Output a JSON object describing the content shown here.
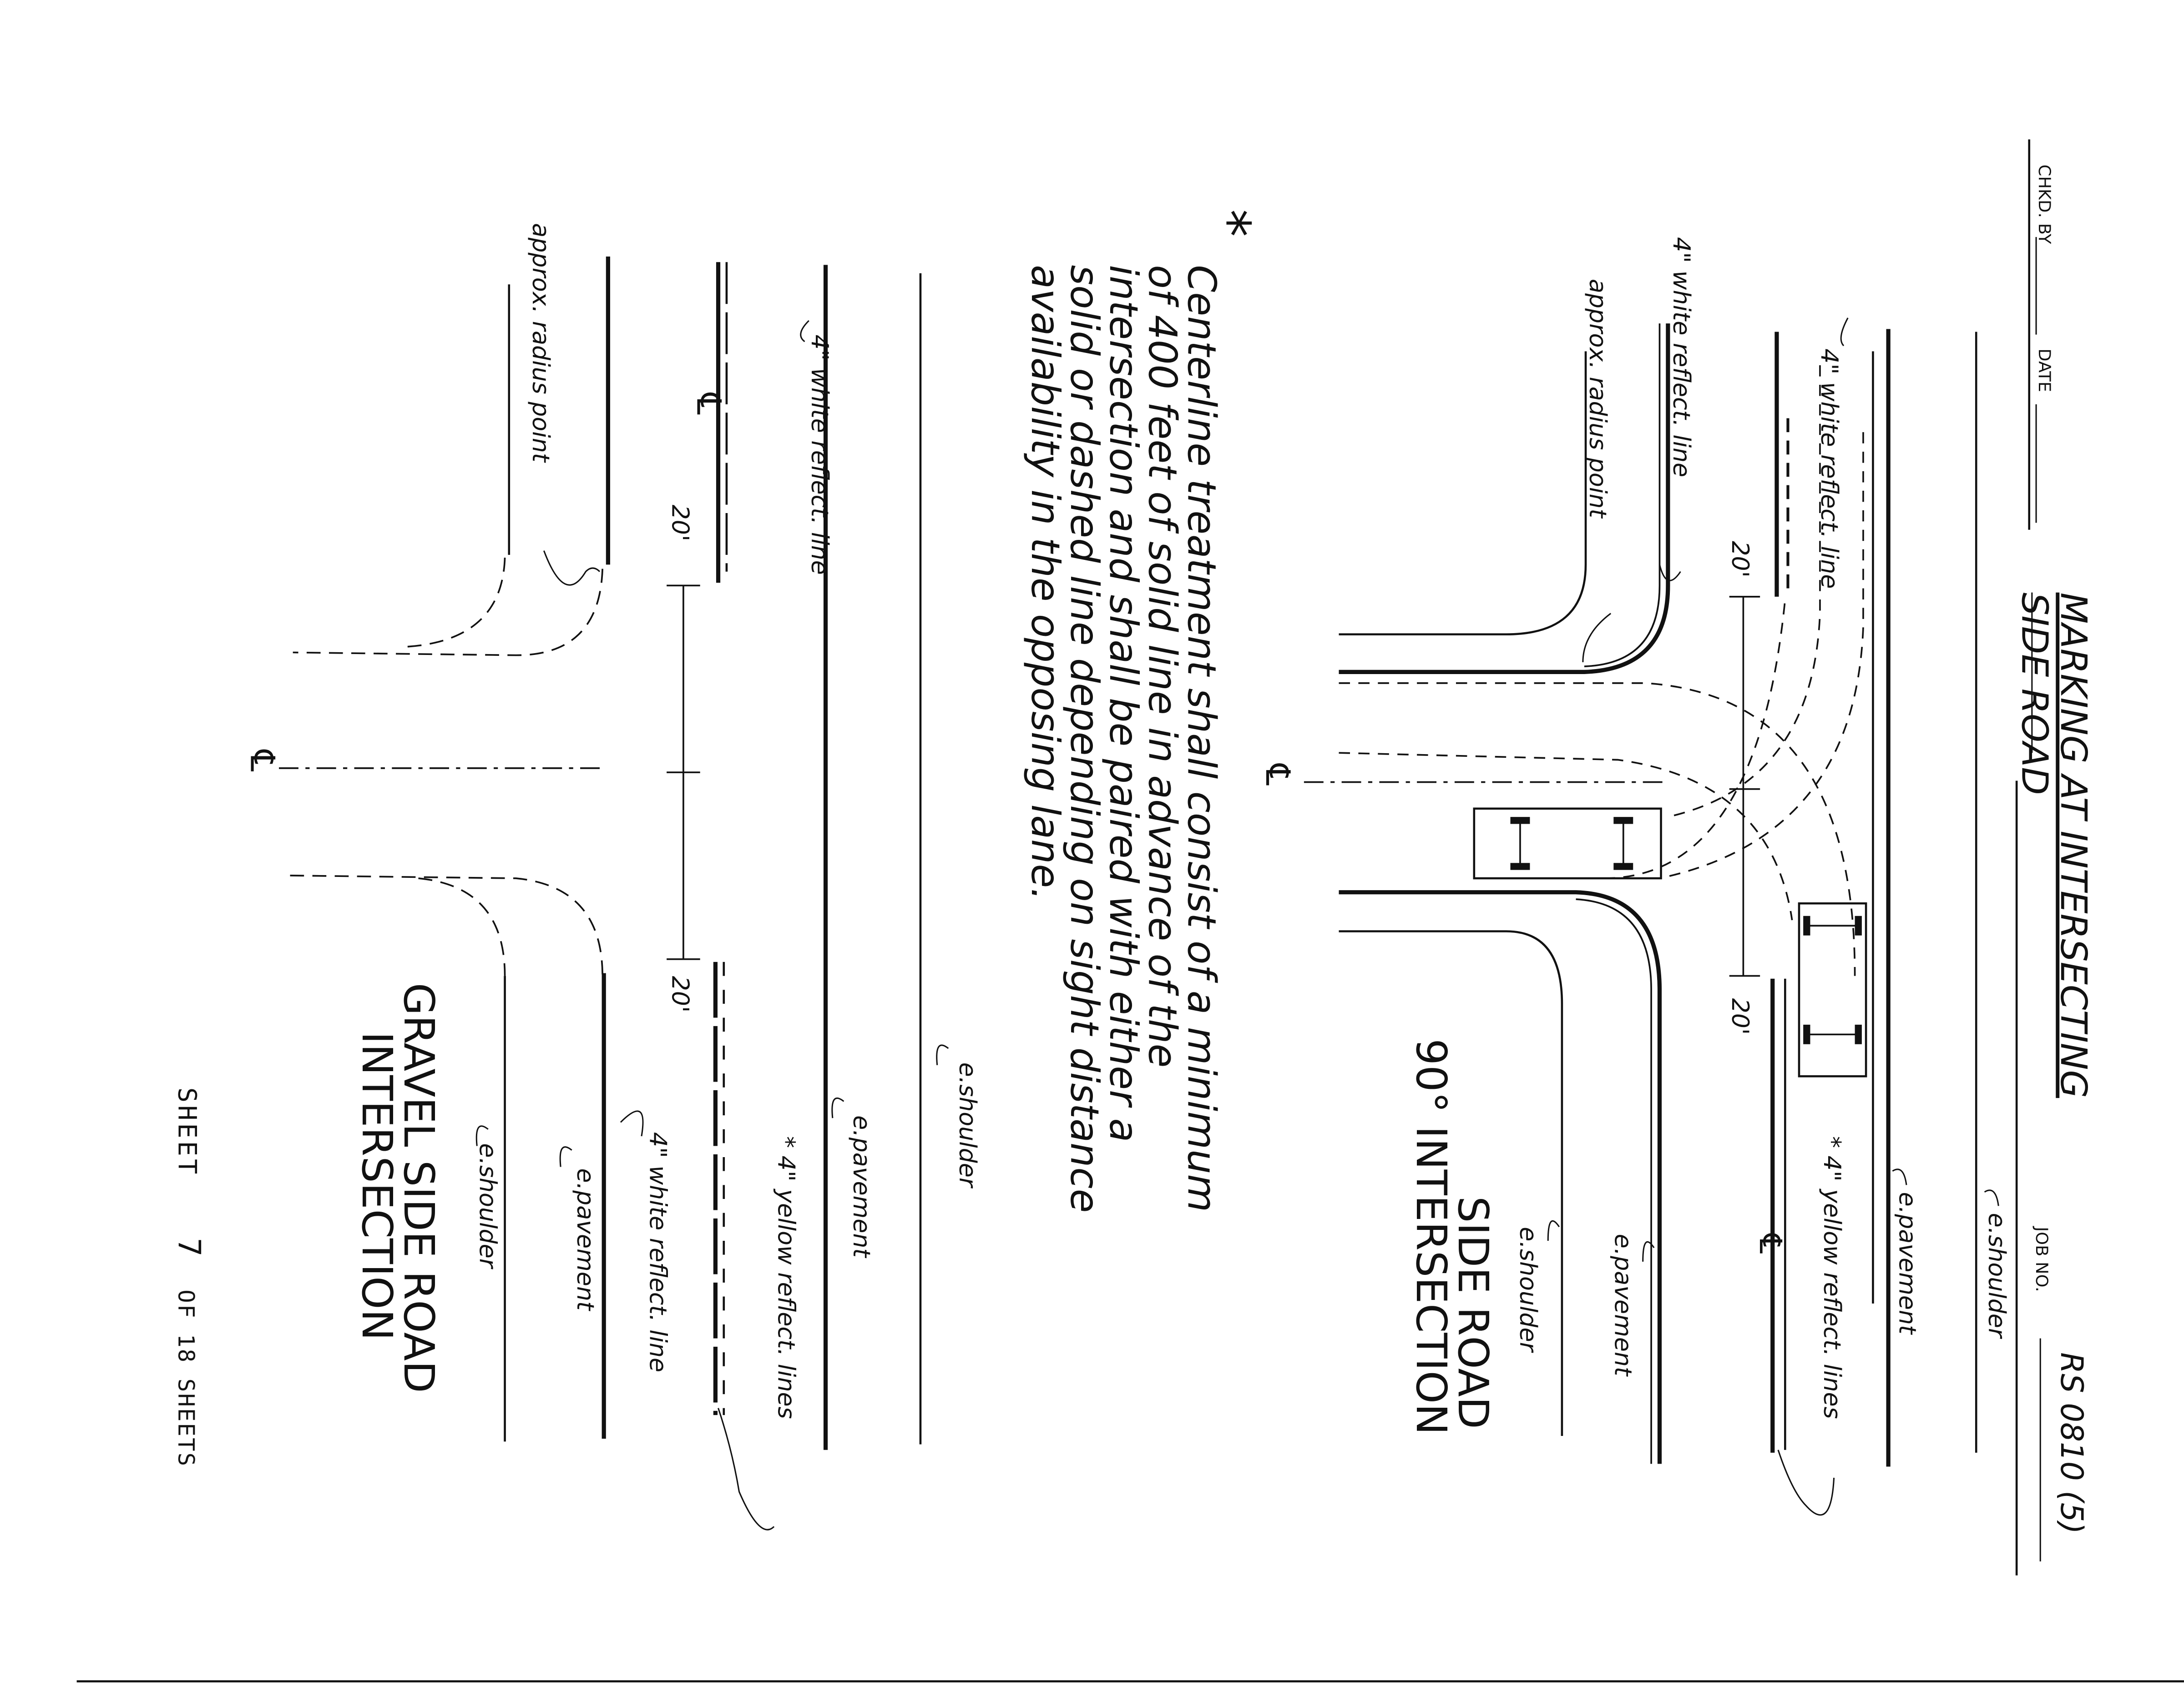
{
  "title_block": {
    "chkd_by": "CHKD. BY",
    "date": "DATE",
    "job_no_label": "JOB NO.",
    "job_no_value": "RS 0810 (5)"
  },
  "drawing_title": {
    "line1": "MARKING AT INTERSECTING",
    "line2": "SIDE ROAD"
  },
  "upper_diagram": {
    "title_line1": "SIDE ROAD",
    "title_line2": "90° INTERSECTION",
    "labels": {
      "shoulder_top": "e.shoulder",
      "pavement_top": "e.pavement",
      "white_line_top": "4\" white reflect. line",
      "yellow_lines": "* 4\" yellow reflect. lines",
      "white_line_side": "4\" white reflect. line",
      "radius_point": "approx. radius point",
      "pavement_bottom": "e.pavement",
      "shoulder_bottom": "e.shoulder",
      "dim_left": "20'",
      "dim_right": "20'",
      "centerline_symbol": "℄",
      "centerline_road_symbol": "℄"
    }
  },
  "note": {
    "star": "*",
    "line1": "Centerline treatment shall consist of a minimum",
    "line2": "of 400 feet of solid line in advance of the",
    "line3": "intersection and shall be paired with either a",
    "line4": "solid or dashed line depending on sight distance",
    "line5": "availability in the opposing lane."
  },
  "lower_diagram": {
    "title_line1": "GRAVEL SIDE ROAD",
    "title_line2": "INTERSECTION",
    "labels": {
      "shoulder_top": "e.shoulder",
      "pavement_top": "e.pavement",
      "white_line_top": "4\" white reflect. line",
      "yellow_lines": "* 4\" yellow reflect. lines",
      "centerline_road_symbol": "℄",
      "dim_left": "20'",
      "dim_right": "20'",
      "white_line_bottom": "4\" white reflect. line",
      "pavement_bottom": "e.pavement",
      "shoulder_bottom": "e.shoulder",
      "radius_point": "approx. radius point",
      "centerline_symbol": "℄"
    }
  },
  "sheet": {
    "label": "SHEET",
    "number": "7",
    "of": "OF 18 SHEETS"
  }
}
